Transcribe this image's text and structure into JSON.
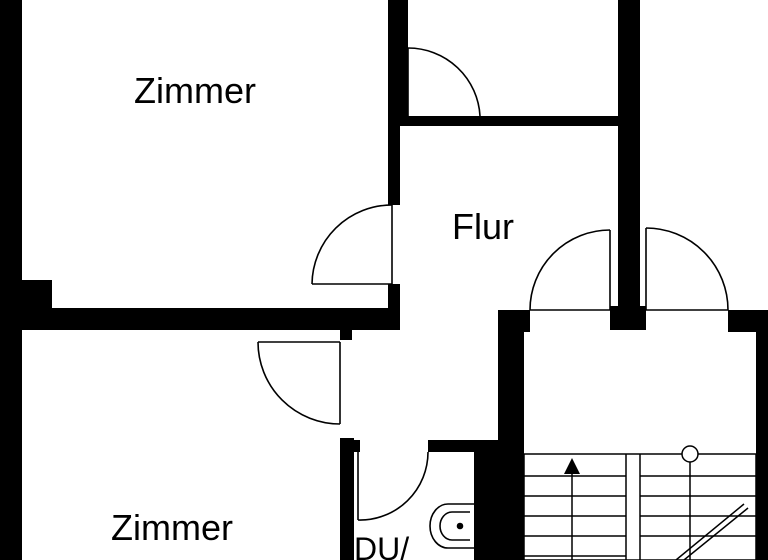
{
  "plan": {
    "wall_color": "#000000",
    "background_color": "#ffffff",
    "rooms": {
      "room_top_left": "Zimmer",
      "hallway": "Flur",
      "room_bottom_left": "Zimmer",
      "shower_room": "DU/"
    },
    "symbols": {
      "stair_direction": "arrow-up-icon",
      "stair_newel": "circle-icon",
      "washbasin": "washbasin-icon"
    }
  }
}
